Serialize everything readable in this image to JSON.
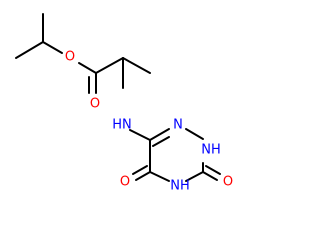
{
  "colors": {
    "bond": "#000000",
    "oxygen": "#ff0000",
    "nitrogen": "#0000ff",
    "background": "#ffffff"
  },
  "atoms": {
    "ester_o": {
      "label": "O",
      "element": "oxygen"
    },
    "carbonyl_o": {
      "label": "O",
      "element": "oxygen"
    },
    "amine_nh": {
      "label": "HN",
      "element": "nitrogen"
    },
    "ring_n1": {
      "label": "N",
      "element": "nitrogen"
    },
    "ring_nh2": {
      "label": "NH",
      "element": "nitrogen"
    },
    "ring_nh4": {
      "label": "NH",
      "element": "nitrogen"
    },
    "ring_o3": {
      "label": "O",
      "element": "oxygen"
    },
    "ring_o5": {
      "label": "O",
      "element": "oxygen"
    }
  }
}
